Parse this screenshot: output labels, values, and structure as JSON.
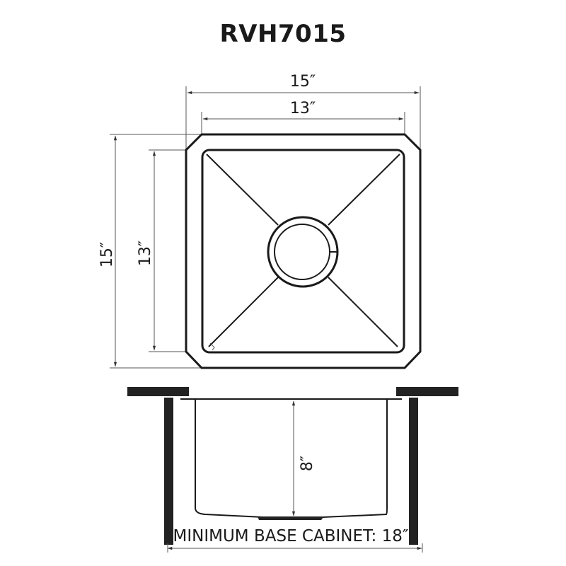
{
  "title": "RVH7015",
  "top_view": {
    "outer_width_label": "15″",
    "inner_width_label": "13″",
    "outer_length_label": "15″",
    "inner_length_label": "13″"
  },
  "side_view": {
    "depth_label": "8″",
    "cabinet_label": "MINIMUM BASE CABINET: 18″"
  },
  "colors": {
    "line": "#1a1a1a",
    "dimension_line": "#555555",
    "background": "#ffffff"
  }
}
